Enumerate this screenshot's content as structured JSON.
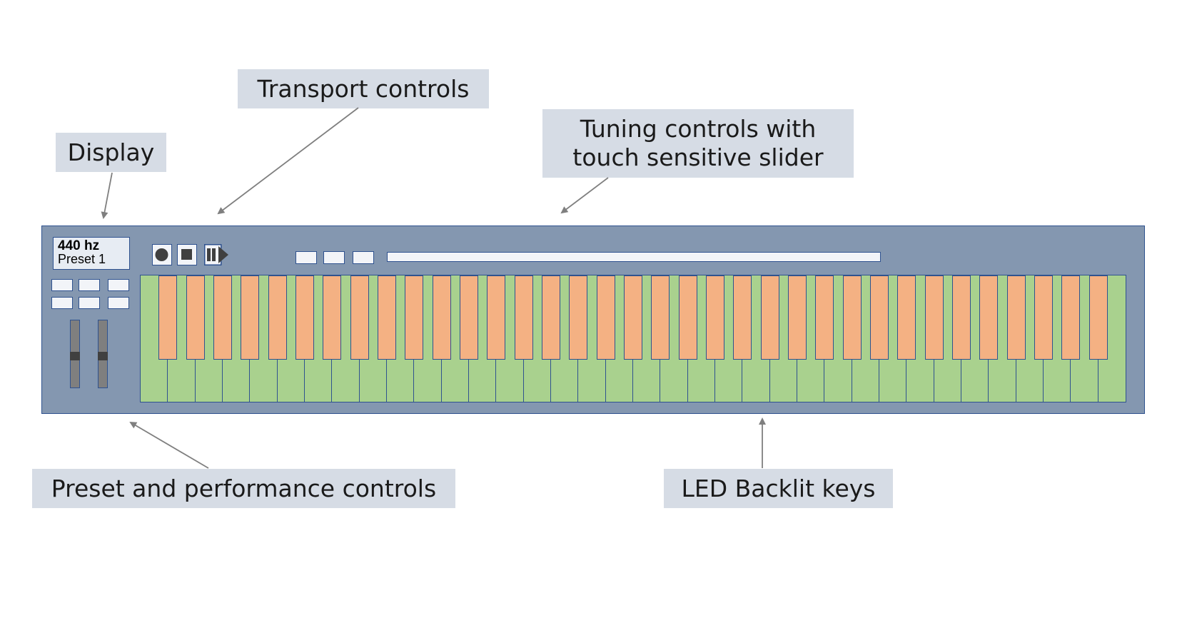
{
  "callouts": {
    "transport": "Transport controls",
    "display": "Display",
    "tuning_line1": "Tuning controls with",
    "tuning_line2": "touch sensitive slider",
    "preset": "Preset and performance controls",
    "led": "LED Backlit keys"
  },
  "display": {
    "frequency": "440 hz",
    "preset": "Preset 1"
  },
  "keyboard": {
    "white_key_count": 36,
    "black_key_count": 35
  },
  "colors": {
    "panel": "#8497b0",
    "white_keys": "#a9d18e",
    "black_keys": "#f4b183",
    "callout_bg": "#d6dce5",
    "outline": "#2f528f"
  },
  "icons": {
    "record": "record-icon",
    "stop": "stop-icon",
    "play": "play-icon"
  }
}
